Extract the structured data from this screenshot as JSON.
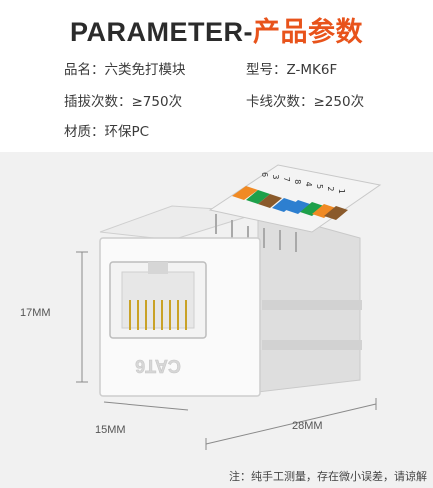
{
  "header": {
    "title_en": "PARAMETER-",
    "title_cn": "产品参数"
  },
  "specs": {
    "name": "品名：六类免打模块",
    "model": "型号：Z-MK6F",
    "plug_cycles": "插拔次数：≥750次",
    "punch_cycles": "卡线次数：≥250次",
    "material": "材质：环保PC"
  },
  "product": {
    "label": "CAT6",
    "pin_labels": [
      "6",
      "3",
      "7",
      "8",
      "4",
      "5",
      "2",
      "1"
    ]
  },
  "dimensions": {
    "height": "17MM",
    "width": "15MM",
    "depth": "28MM"
  },
  "note": "注：纯手工测量，存在微小误差，请谅解",
  "colors": {
    "accent": "#e8531b",
    "title_text": "#2b2b2b",
    "background_bottom": "#f1f1f1"
  }
}
